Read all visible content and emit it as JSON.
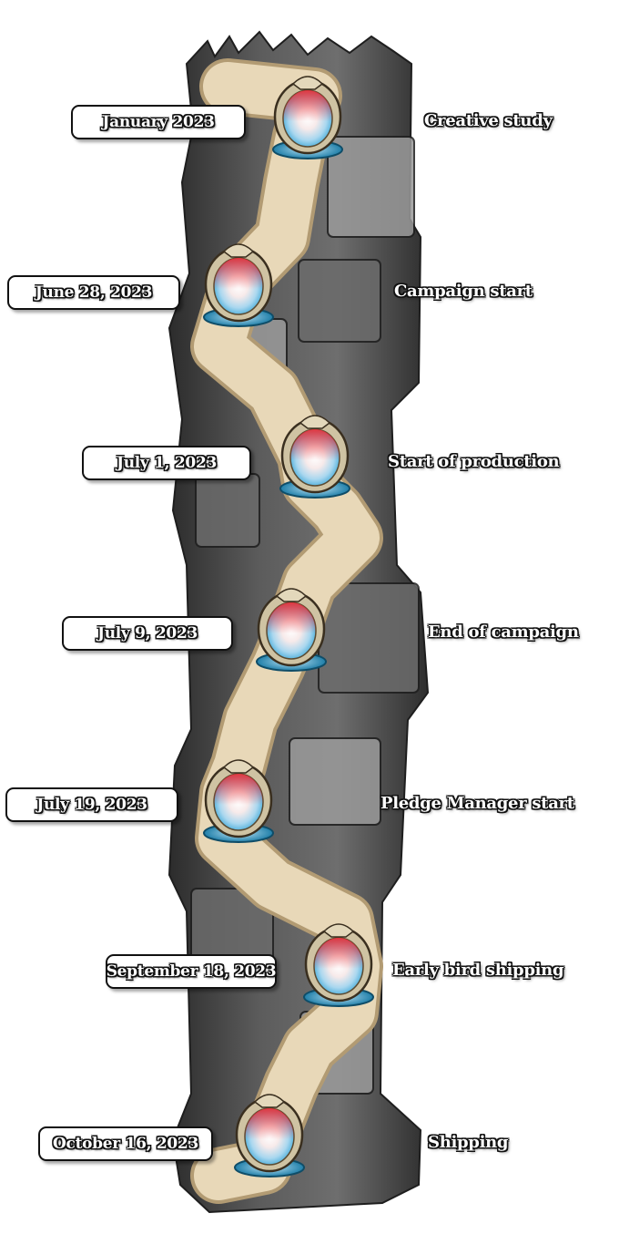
{
  "milestones": [
    {
      "date": "January 2023",
      "label": "Creative study"
    },
    {
      "date": "June 28, 2023",
      "label": "Campaign start"
    },
    {
      "date": "July 1, 2023",
      "label": "Start of production"
    },
    {
      "date": "July 9, 2023",
      "label": "End of campaign"
    },
    {
      "date": "July 19, 2023",
      "label": "Pledge Manager start"
    },
    {
      "date": "September 18, 2023",
      "label": "Early bird shipping"
    },
    {
      "date": "October 16, 2023",
      "label": "Shipping"
    }
  ],
  "colors": {
    "rock_dark": "#3a3a3a",
    "rock_mid": "#6b6b6b",
    "rock_light": "#9a9a9a",
    "path": "#e8d8b8",
    "path_edge": "#c9b38c",
    "portal_red": "#e8323a",
    "portal_blue": "#3aa6d6",
    "portal_frame": "#cfc3a3",
    "label_outline": "#111111"
  },
  "icons": {
    "milestone": "portal-stone-icon",
    "background": "rock-tower-illustration"
  }
}
